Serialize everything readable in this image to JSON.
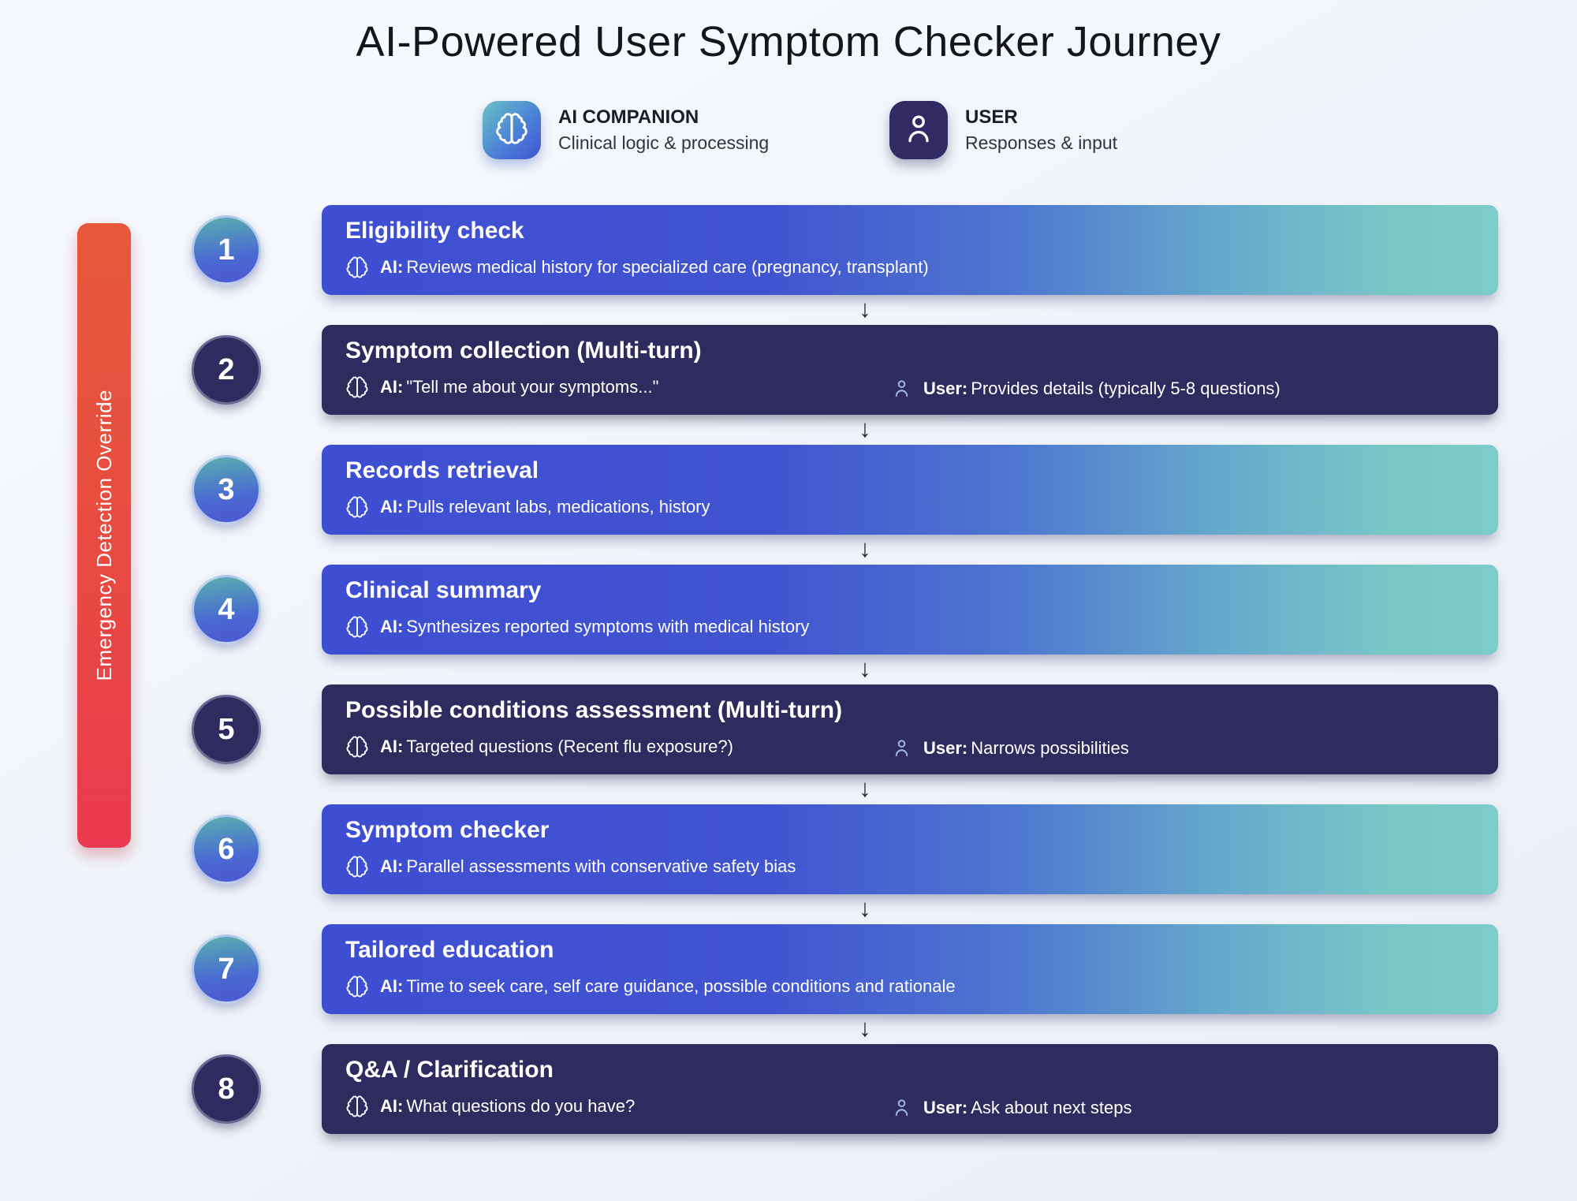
{
  "title": "AI-Powered User Symptom Checker Journey",
  "legend": {
    "ai": {
      "label": "AI COMPANION",
      "sublabel": "Clinical logic & processing",
      "icon": "brain-icon"
    },
    "user": {
      "label": "USER",
      "sublabel": "Responses & input",
      "icon": "user-icon"
    }
  },
  "sidebar": {
    "label": "Emergency Detection Override"
  },
  "labels": {
    "ai_prefix": "AI:",
    "user_prefix": "User:",
    "arrow": "↓"
  },
  "steps": [
    {
      "num": "1",
      "variant": "gradient",
      "title": "Eligibility check",
      "ai": "Reviews medical history for specialized care (pregnancy, transplant)",
      "user": null
    },
    {
      "num": "2",
      "variant": "dark",
      "title": "Symptom collection (Multi-turn)",
      "ai": "\"Tell me about your symptoms...\"",
      "user": "Provides details (typically 5-8 questions)"
    },
    {
      "num": "3",
      "variant": "gradient",
      "title": "Records retrieval",
      "ai": "Pulls relevant labs, medications, history",
      "user": null
    },
    {
      "num": "4",
      "variant": "gradient",
      "title": "Clinical summary",
      "ai": "Synthesizes reported symptoms with medical history",
      "user": null
    },
    {
      "num": "5",
      "variant": "dark",
      "title": "Possible conditions assessment (Multi-turn)",
      "ai": "Targeted questions (Recent flu exposure?)",
      "user": "Narrows possibilities"
    },
    {
      "num": "6",
      "variant": "gradient",
      "title": "Symptom checker",
      "ai": "Parallel assessments with conservative safety bias",
      "user": null
    },
    {
      "num": "7",
      "variant": "gradient",
      "title": "Tailored education",
      "ai": "Time to seek care, self care guidance, possible conditions and rationale",
      "user": null
    },
    {
      "num": "8",
      "variant": "dark",
      "title": "Q&A / Clarification",
      "ai": "What questions do you have?",
      "user": "Ask about next steps"
    }
  ],
  "colors": {
    "card_gradient_start": "#3e4ed2",
    "card_gradient_end": "#7ccccb",
    "card_dark": "#2f2b5f",
    "circle_teal": "#58b0ae",
    "circle_blue": "#4c55d0",
    "alert_red_top": "#e7593a",
    "alert_red_bottom": "#ea3a4f",
    "user_icon_tint": "#9db4e4",
    "background": "#f0f4fa",
    "arrow": "#1d2533"
  }
}
